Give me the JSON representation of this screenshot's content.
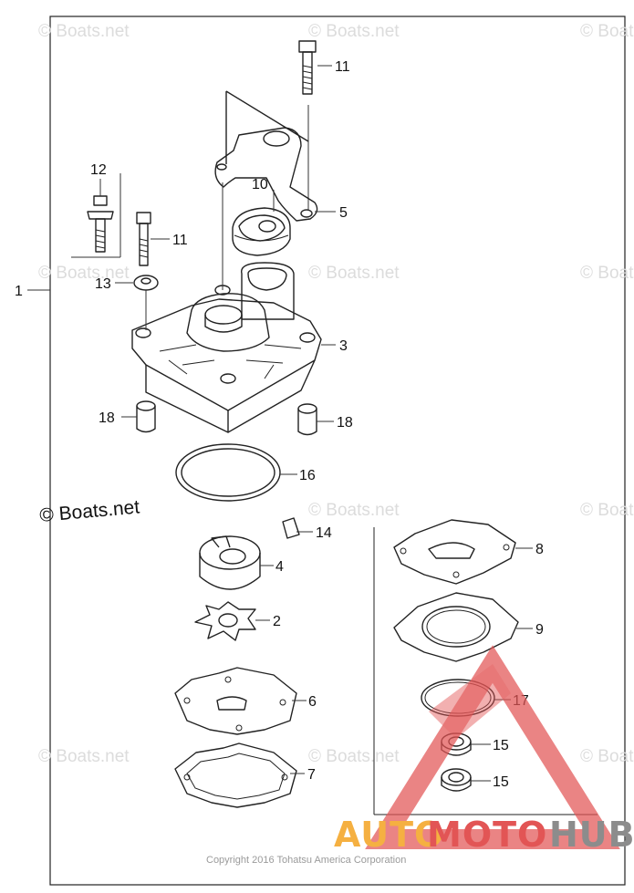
{
  "watermark": "© Boats.net",
  "credit": "Copyright 2016 Tohatsu America Corporation",
  "brand": {
    "part_a": "AUTO",
    "part_b": "MOTO",
    "part_c": "HUB",
    "colors": {
      "orange": "#f5b041",
      "red": "#e25555",
      "gray": "#8c8c8c"
    }
  },
  "callouts": {
    "c1": "1",
    "c2": "2",
    "c3": "3",
    "c4": "4",
    "c5": "5",
    "c6": "6",
    "c7": "7",
    "c8": "8",
    "c9": "9",
    "c10": "10",
    "c11a": "11",
    "c11b": "11",
    "c12": "12",
    "c13": "13",
    "c14": "14",
    "c15a": "15",
    "c15b": "15",
    "c16": "16",
    "c17": "17",
    "c18a": "18",
    "c18b": "18"
  }
}
